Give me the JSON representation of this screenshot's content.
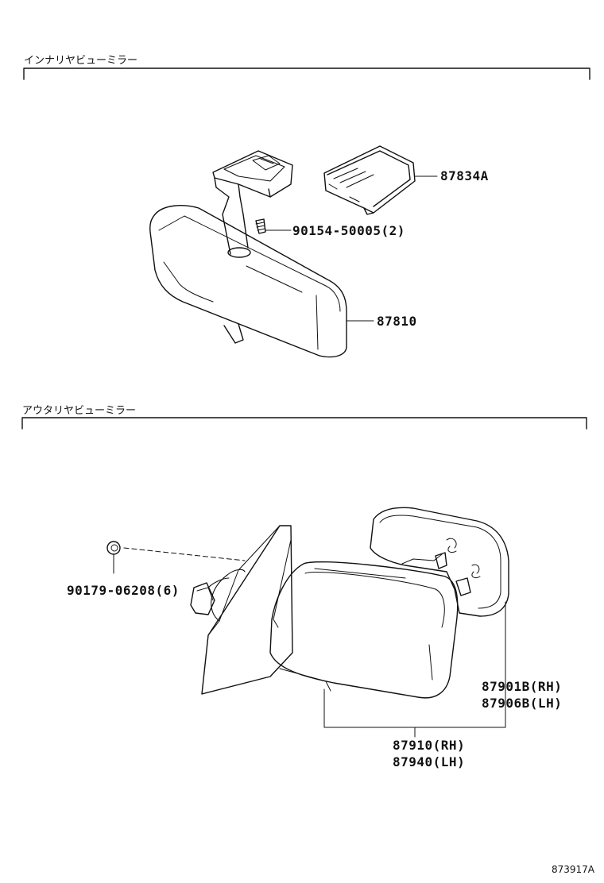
{
  "sections": {
    "inner": {
      "title": "インナリヤビューミラー"
    },
    "outer": {
      "title": "アウタリヤビューミラー"
    }
  },
  "parts": {
    "inner_cover": "87834A",
    "inner_screw": "90154-50005(2)",
    "inner_mirror": "87810",
    "outer_screw": "90179-06208(6)",
    "outer_glass_rh": "87901B(RH)",
    "outer_glass_lh": "87906B(LH)",
    "outer_assy_rh": "87910(RH)",
    "outer_assy_lh": "87940(LH)"
  },
  "figure_id": "873917A"
}
